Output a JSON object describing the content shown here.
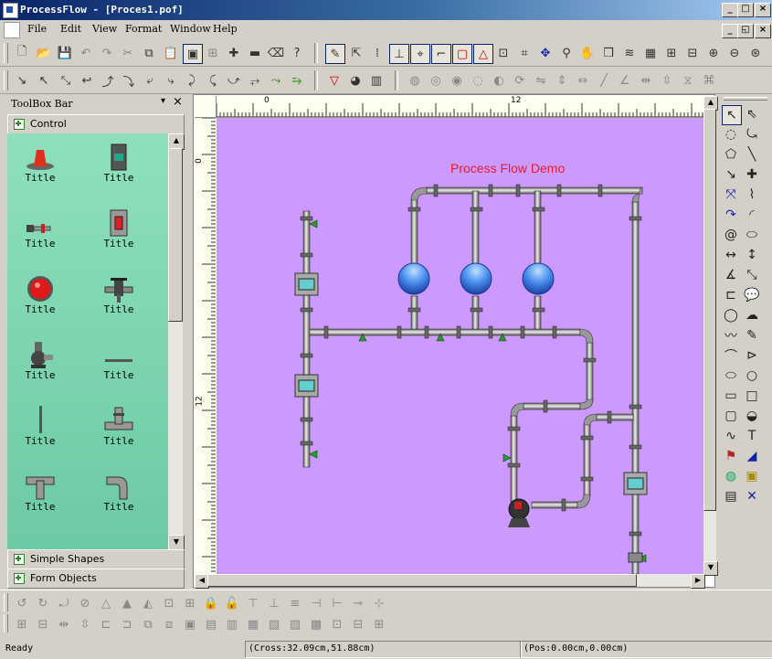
{
  "window": {
    "title": "ProcessFlow - [Proces1.pof]",
    "controls": {
      "minimize": "_",
      "maximize": "□",
      "close": "×"
    }
  },
  "menu": {
    "items": [
      "File",
      "Edit",
      "View",
      "Format",
      "Window",
      "Help"
    ]
  },
  "toolbox": {
    "title": "ToolBox Bar",
    "sections": [
      "Control",
      "Simple Shapes",
      "Form Objects"
    ],
    "item_label": "Title",
    "items": [
      {
        "label": "Title",
        "icon": "cone-icon"
      },
      {
        "label": "Title",
        "icon": "meter-icon"
      },
      {
        "label": "Title",
        "icon": "plug-icon"
      },
      {
        "label": "Title",
        "icon": "switch-icon"
      },
      {
        "label": "Title",
        "icon": "red-button-icon"
      },
      {
        "label": "Title",
        "icon": "valve-icon"
      },
      {
        "label": "Title",
        "icon": "pump-icon"
      },
      {
        "label": "Title",
        "icon": "horizontal-pipe-icon"
      },
      {
        "label": "Title",
        "icon": "vertical-pipe-icon"
      },
      {
        "label": "Title",
        "icon": "tee-pipe-icon"
      },
      {
        "label": "Title",
        "icon": "cross-pipe-icon"
      },
      {
        "label": "Title",
        "icon": "elbow-pipe-icon"
      }
    ]
  },
  "canvas": {
    "diagram_title": "Process Flow Demo",
    "ruler_h_labels": [
      "0",
      "12"
    ],
    "ruler_v_labels": [
      "0",
      "12"
    ]
  },
  "status": {
    "ready": "Ready",
    "cross": "(Cross:32.09cm,51.88cm)",
    "pos": "(Pos:0.00cm,0.00cm)"
  },
  "colors": {
    "canvas_bg": "#cc99ff",
    "title_text": "#e0202a",
    "panel_bg": "#7fd6b2",
    "pipe": "#9a9a9a"
  }
}
